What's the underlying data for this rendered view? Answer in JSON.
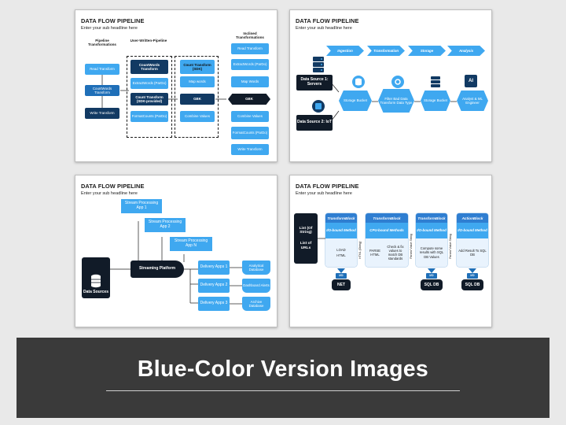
{
  "slide_title": "DATA FLOW PIPELINE",
  "slide_subtitle": "Enter your sub headline here",
  "s1": {
    "col1_title": "Pipeline Transformations",
    "col2_title": "User-Written-Pipeline",
    "col3_title": "Inclined Transformations",
    "left": [
      "Read Transform",
      "CountWords Transform",
      "Write Transform"
    ],
    "mid_head": "CountWords Transform",
    "mid_items": [
      "ExtractWords (ParDo)",
      "Count Transform (SDK-provided)",
      "FormatCounts (ParDo)"
    ],
    "sdk_head": "Count Transform (SDK)",
    "sdk_items": [
      "Map words",
      "GBK",
      "Combine Values"
    ],
    "gbk": "GBK",
    "right": [
      "Read Transform",
      "ExtractWords (ParDo)",
      "Map Words",
      "Combine Values",
      "FormatCounts (ParDo)",
      "Write Transform"
    ]
  },
  "s2": {
    "stages": [
      "Ingestion",
      "Transformation",
      "Storage",
      "Analysis"
    ],
    "src1": "Data Source 1: Servers",
    "src2": "Data Source 2: IoT",
    "storage1": "Storage Bucket",
    "etl": "Filter Bad Data Transform Data Type",
    "storage2": "Storage Bucket",
    "analyst": "Analyst & ML Engineer",
    "ai": "AI"
  },
  "s3": {
    "apps": [
      "Stream Processing App 1",
      "Stream Processing App 2",
      "Stream Processing App N"
    ],
    "sources": "Data Sources",
    "platform": "Streaming Platform",
    "delivery": [
      "Delivery Apps 1",
      "Delivery Apps 2",
      "Delivery Apps 3"
    ],
    "outputs": [
      "Analytical Database",
      "Dashboard Alerts",
      "Archive Database"
    ]
  },
  "s4": {
    "input_top": "List (Of String)",
    "input_bottom": "List of URLs",
    "vertical": [
      "HTML (String)",
      "Parsed Value String",
      "Parsed Value String"
    ],
    "columns": [
      {
        "head": "TransformBlock",
        "top": "I/O-bound Method",
        "body": [
          "LOAD",
          "HTML"
        ]
      },
      {
        "head": "TransformBlock",
        "top": "CPU-bound Methods",
        "body": [
          "PARSE HTML",
          "Check & fix values to match DB standards"
        ]
      },
      {
        "head": "TransformBlock",
        "top": "I/O-bound Method",
        "body": [
          "Compute some results with SQL DB Values"
        ]
      },
      {
        "head": "ActionBlock",
        "top": "I/O-bound Method",
        "body": [
          "Add Result To SQL DB"
        ]
      }
    ],
    "io": "I/O",
    "targets": [
      "NET",
      "SQL DB",
      "SQL DB"
    ]
  },
  "banner": {
    "title": "Blue-Color Version Images"
  },
  "colors": {
    "light_blue": "#3fa8f0",
    "dark_navy": "#123a63",
    "mid_blue": "#1f6fb8",
    "banner_bg": "#3a3a3a"
  }
}
